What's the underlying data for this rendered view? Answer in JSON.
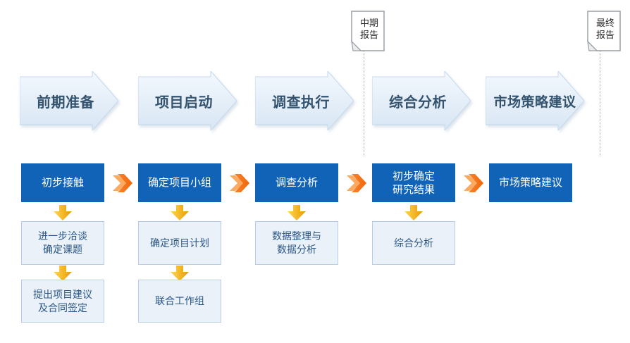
{
  "stages": [
    {
      "label": "前期准备"
    },
    {
      "label": "项目启动"
    },
    {
      "label": "调查执行"
    },
    {
      "label": "综合分析"
    },
    {
      "label": "市场策略建议"
    }
  ],
  "reports": [
    {
      "label": "中期\n报告"
    },
    {
      "label": "最终\n报告"
    }
  ],
  "columns": [
    {
      "main": "初步接触",
      "subs": [
        "进一步洽谈\n确定课题",
        "提出项目建议\n及合同签定"
      ]
    },
    {
      "main": "确定项目小组",
      "subs": [
        "确定项目计划",
        "联合工作组"
      ]
    },
    {
      "main": "调查分析",
      "subs": [
        "数据整理与\n数据分析"
      ]
    },
    {
      "main": "初步确定\n研究结果",
      "subs": [
        "综合分析"
      ]
    },
    {
      "main": "市场策略建议",
      "subs": []
    }
  ],
  "colors": {
    "stage_fill_top": "#f3f8fd",
    "stage_fill_bottom": "#d8e6f4",
    "stage_border": "#c6d9ec",
    "stage_text": "#33536e",
    "step_box_blue": "#1063b6",
    "step_text": "#ffffff",
    "arrow_orange": "#f5740f",
    "arrow_orange_light": "#fbab61",
    "arrow_gold_light": "#ffd74d",
    "arrow_gold_dark": "#e89a06",
    "sub_box_bg": "#eaf1f9",
    "sub_box_border": "#b7cde6",
    "sub_box_text": "#2b5787",
    "note_border": "#9aa0a6",
    "connector_gray": "#a0a0a0"
  }
}
